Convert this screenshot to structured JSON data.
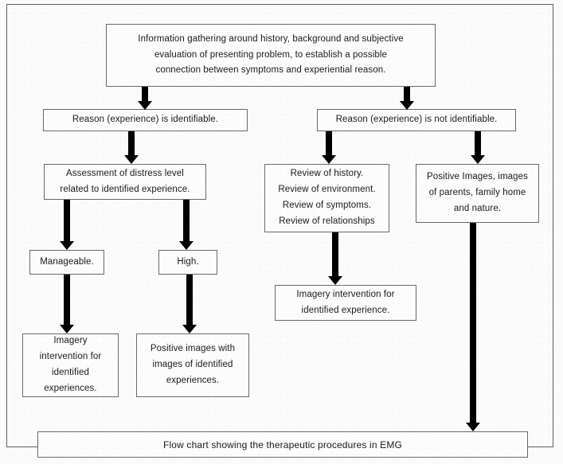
{
  "diagram": {
    "title": "Flow chart showing the therapeutic procedures in EMG",
    "nodes": {
      "intake": {
        "id": "intake",
        "lines": [
          "Information gathering around history, background and subjective",
          "evaluation of presenting problem, to establish a possible",
          "connection between symptoms and experiential reason."
        ]
      },
      "identifiable": {
        "id": "identifiable",
        "lines": [
          "Reason (experience) is identifiable."
        ]
      },
      "not_identifiable": {
        "id": "not_identifiable",
        "lines": [
          "Reason (experience) is not identifiable."
        ]
      },
      "assessment": {
        "id": "assessment",
        "lines": [
          "Assessment of distress level",
          "related to identified experience."
        ]
      },
      "review": {
        "id": "review",
        "lines": [
          "Review of history.",
          "Review of environment.",
          "Review of symptoms.",
          "Review of relationships"
        ]
      },
      "positive_images": {
        "id": "positive_images",
        "lines": [
          "Positive Images, images",
          "of parents, family home",
          "and nature."
        ]
      },
      "manageable": {
        "id": "manageable",
        "lines": [
          "Manageable."
        ]
      },
      "high": {
        "id": "high",
        "lines": [
          "High."
        ]
      },
      "imagery_identified_experience": {
        "id": "imagery_identified_experience",
        "lines": [
          "Imagery intervention for",
          "identified experience."
        ]
      },
      "imagery_identified_experiences": {
        "id": "imagery_identified_experiences",
        "lines": [
          "Imagery",
          "intervention for",
          "identified",
          "experiences."
        ]
      },
      "positive_with_identified": {
        "id": "positive_with_identified",
        "lines": [
          "Positive images with",
          "images of identified",
          "experiences."
        ]
      }
    },
    "edges": [
      {
        "from": "intake",
        "to": "identifiable",
        "name": "edge-intake-to-identifiable"
      },
      {
        "from": "intake",
        "to": "not_identifiable",
        "name": "edge-intake-to-not-identifiable"
      },
      {
        "from": "identifiable",
        "to": "assessment",
        "name": "edge-identifiable-to-assessment"
      },
      {
        "from": "not_identifiable",
        "to": "review",
        "name": "edge-not-identifiable-to-review"
      },
      {
        "from": "not_identifiable",
        "to": "positive_images",
        "name": "edge-not-identifiable-to-positive-images"
      },
      {
        "from": "assessment",
        "to": "manageable",
        "name": "edge-assessment-to-manageable"
      },
      {
        "from": "assessment",
        "to": "high",
        "name": "edge-assessment-to-high"
      },
      {
        "from": "review",
        "to": "imagery_identified_experience",
        "name": "edge-review-to-imagery"
      },
      {
        "from": "manageable",
        "to": "imagery_identified_experiences",
        "name": "edge-manageable-to-imagery"
      },
      {
        "from": "high",
        "to": "positive_with_identified",
        "name": "edge-high-to-positive-images"
      },
      {
        "from": "positive_images",
        "to": "caption",
        "name": "edge-positive-images-to-caption"
      }
    ],
    "colors": {
      "background": "#fbfbfb",
      "box_border": "#6a6a6a",
      "box_fill": "#fcfcfc",
      "arrow": "#000000",
      "frame_border": "#5d5d5d",
      "text": "#1a1a1a"
    }
  }
}
